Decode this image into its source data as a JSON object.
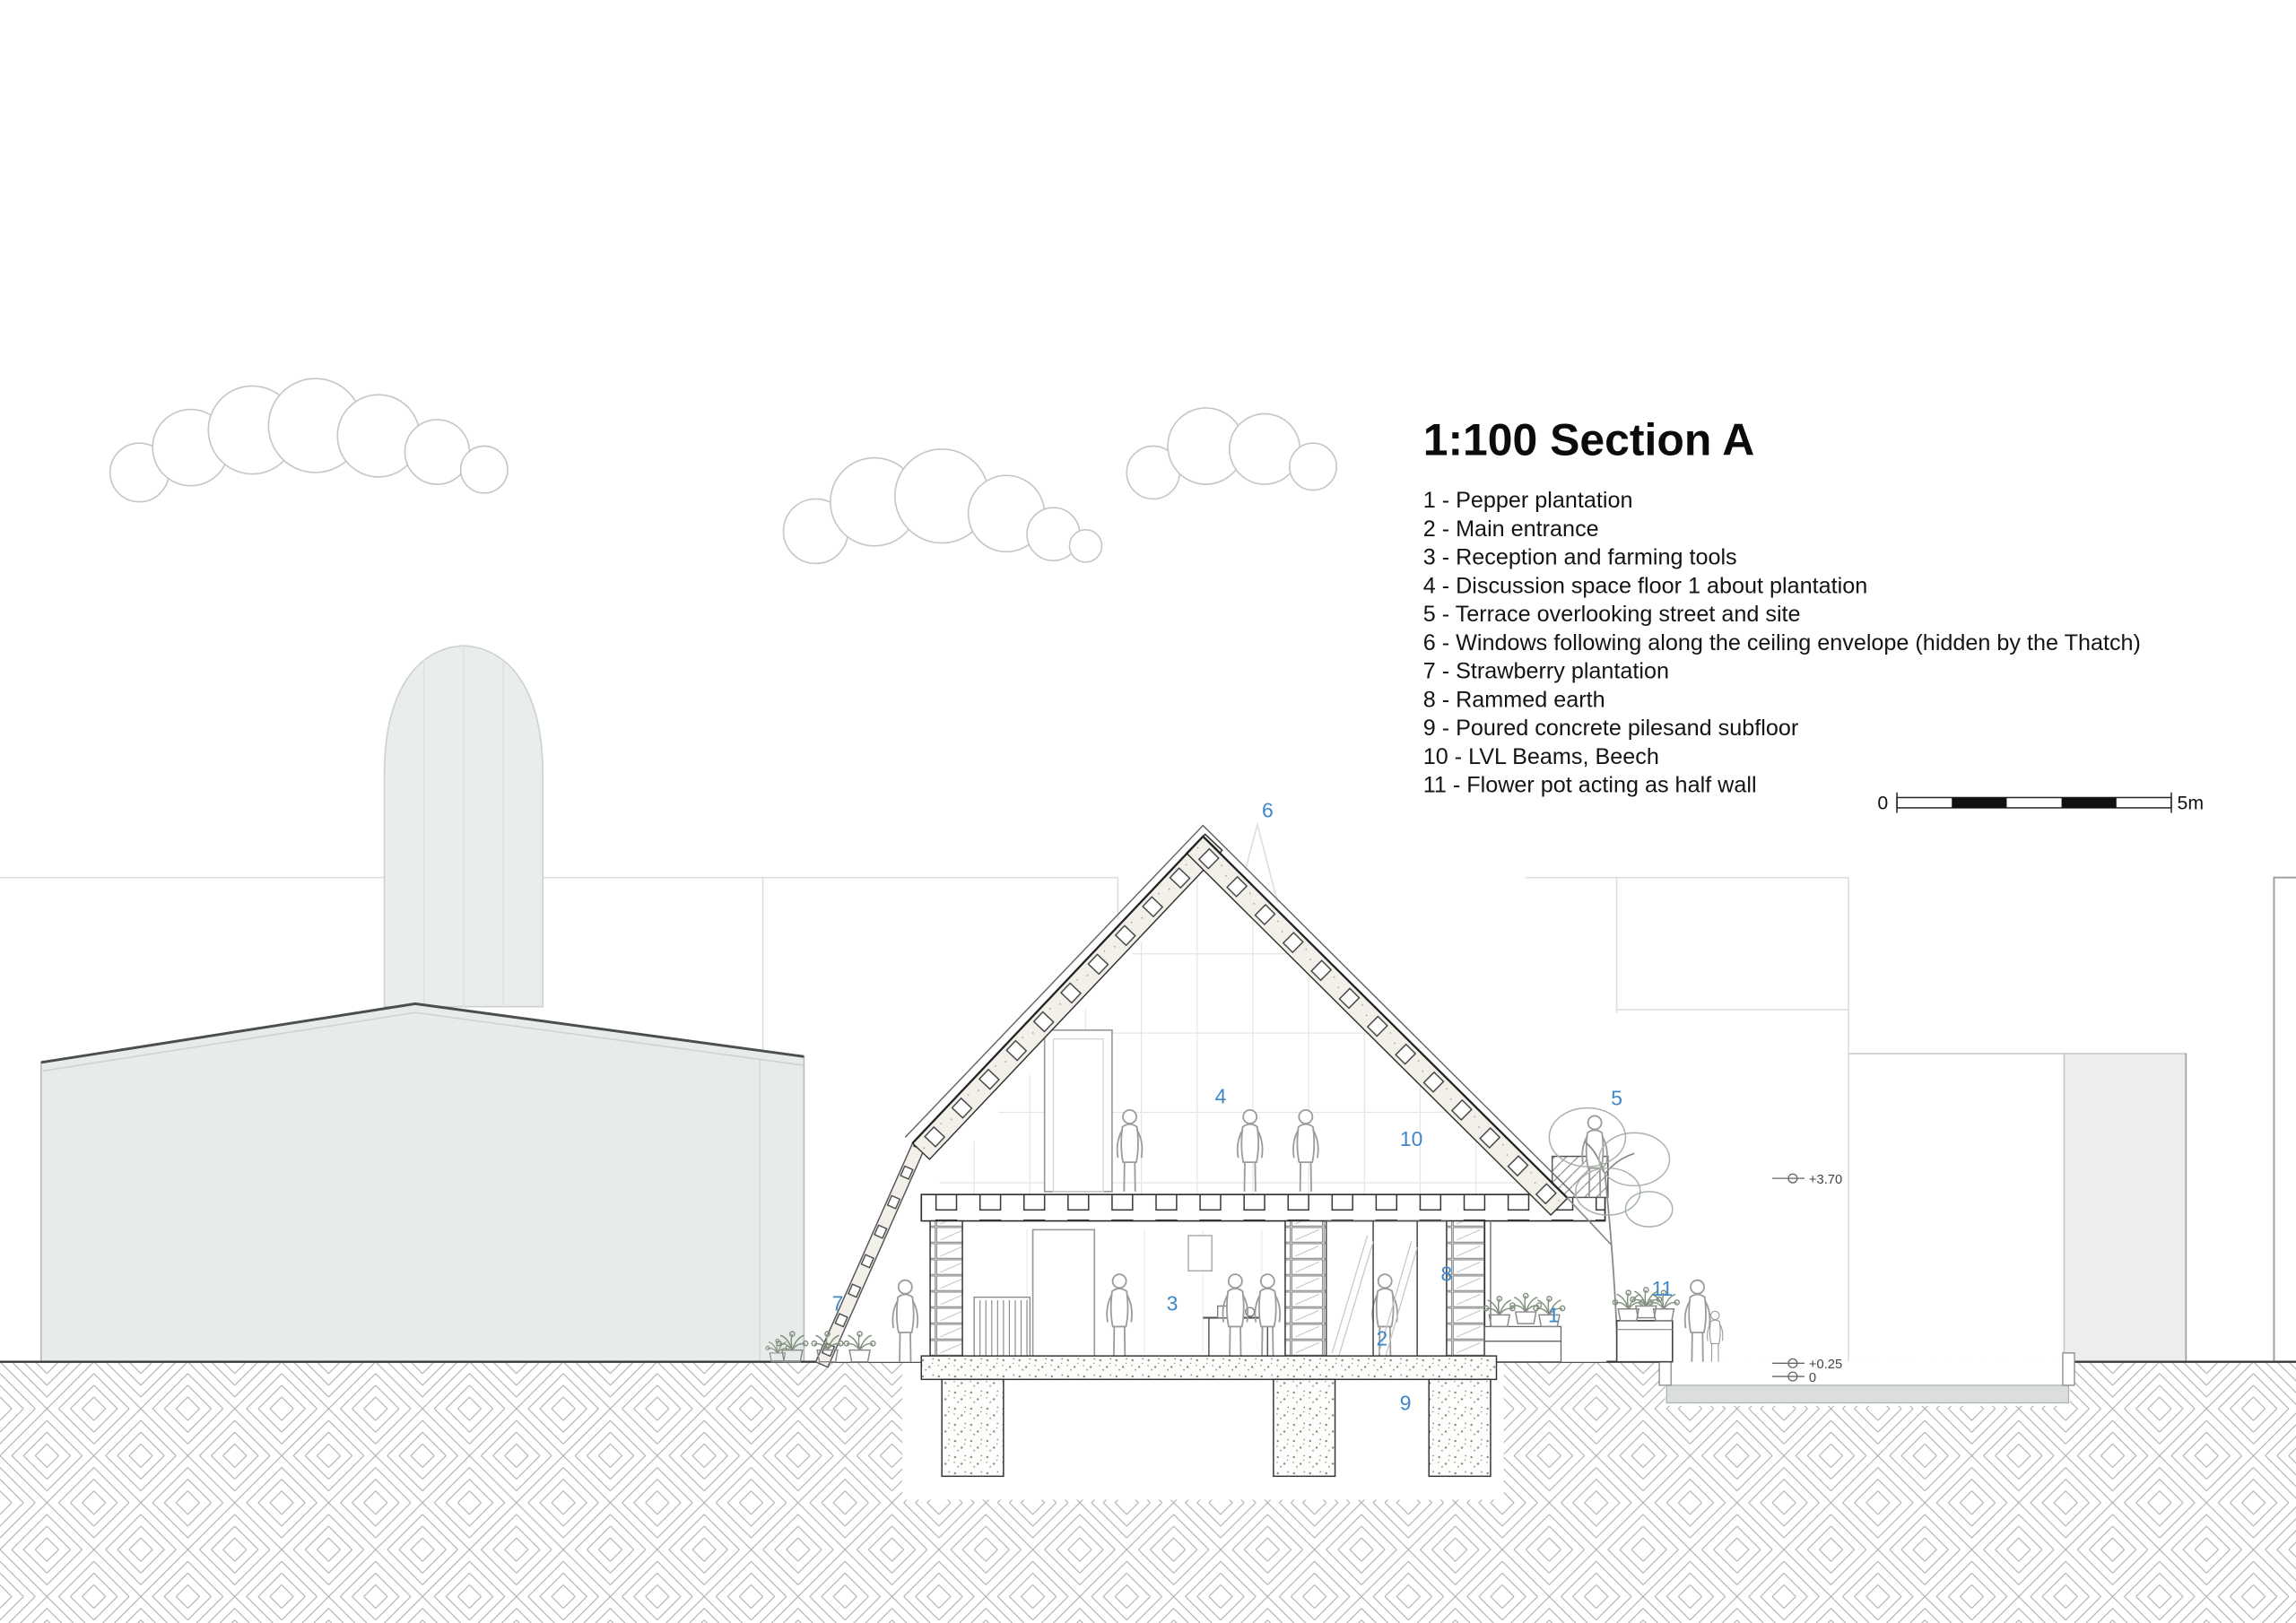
{
  "title": "1:100 Section A",
  "legend": {
    "items": [
      "1 - Pepper plantation",
      "2 - Main entrance",
      "3 - Reception and farming tools",
      "4 - Discussion space floor 1 about plantation",
      "5 - Terrace overlooking street and site",
      "6 - Windows following along the ceiling envelope (hidden by the Thatch)",
      "7 - Strawberry plantation",
      "8 - Rammed earth",
      "9 - Poured concrete pilesand subfloor",
      "10 - LVL Beams, Beech",
      "11 - Flower pot acting as half wall"
    ]
  },
  "scale_bar": {
    "start_label": "0",
    "end_label": "5m"
  },
  "callouts": {
    "n1": "1",
    "n2": "2",
    "n3": "3",
    "n4": "4",
    "n5": "5",
    "n6": "6",
    "n7": "7",
    "n8": "8",
    "n9": "9",
    "n10": "10",
    "n11": "11"
  },
  "levels": {
    "roof": "+3.70",
    "plinth": "+0.25",
    "ground": "0"
  },
  "colors": {
    "callout_blue": "#3f87c9"
  }
}
